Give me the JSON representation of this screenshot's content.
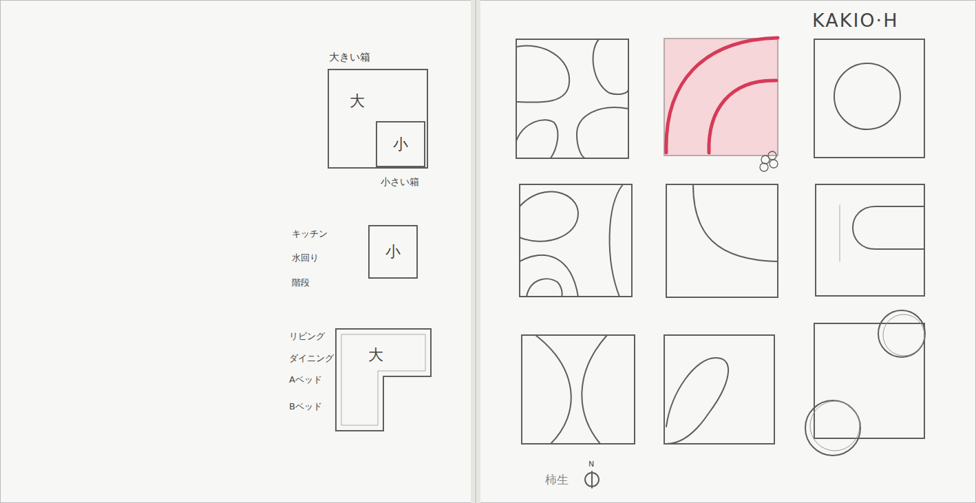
{
  "diagram": {
    "nodes": [
      {
        "text": [
          "大きい箱",
          "大"
        ]
      },
      {
        "text": [
          "小"
        ],
        "in": 0
      },
      {
        "text": [
          "小"
        ]
      },
      {
        "text": [
          "大"
        ]
      }
    ],
    "labels": [
      "小さい箱",
      "キッチン",
      "水回り",
      "階段",
      "リビング",
      "ダイニング",
      "Aベッド",
      "Bベッド",
      "KAKIO·H",
      "柿生",
      "N"
    ]
  }
}
